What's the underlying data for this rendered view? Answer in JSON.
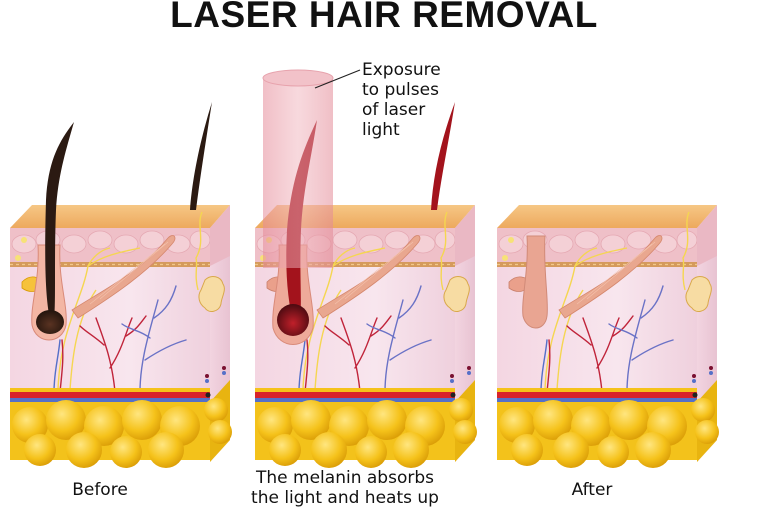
{
  "title": "LASER HAIR REMOVAL",
  "callout": {
    "lines": [
      "Exposure",
      "to pulses",
      "of laser",
      "light"
    ]
  },
  "panels": [
    {
      "id": "before",
      "caption": "Before",
      "hair_color": "#2b1a12",
      "bulb_color": "#3a2015"
    },
    {
      "id": "during",
      "caption_lines": [
        "The melanin absorbs",
        "the light and heats up"
      ],
      "hair_color": "#a3131c",
      "bulb_color": "#7a0f18"
    },
    {
      "id": "after",
      "caption": "After",
      "hair_color": "none",
      "bulb_color": "#e9a592"
    }
  ],
  "colors": {
    "epidermis_top": "#f2b86a",
    "dermis": "#f7dbe6",
    "fat": "#f3c21b",
    "artery": "#d8232a",
    "vein": "#5570c8",
    "nerve": "#f5dc55",
    "laser_beam": "#e89aa5"
  }
}
